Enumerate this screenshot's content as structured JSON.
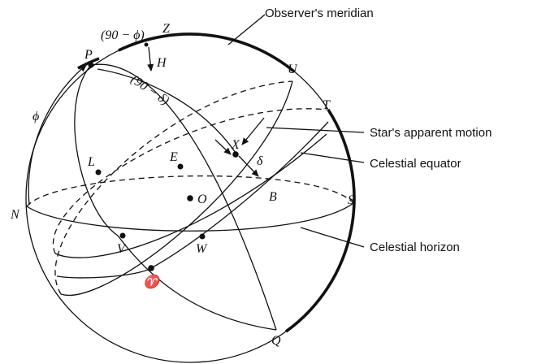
{
  "callouts": {
    "observers_meridian": "Observer's meridian",
    "stars_apparent_motion": "Star's apparent motion",
    "celestial_equator": "Celestial equator",
    "celestial_horizon": "Celestial horizon"
  },
  "points": {
    "Z": "Z",
    "P": "P",
    "H": "H",
    "U": "U",
    "T": "T",
    "X": "X",
    "E": "E",
    "L": "L",
    "O": "O",
    "B": "B",
    "S": "S",
    "N": "N",
    "V": "V",
    "W": "W",
    "aries": "♈",
    "Q": "Q"
  },
  "angles": {
    "ninety_minus_phi": "(90 − ϕ)",
    "ninety_minus_delta": "(90 − δ)",
    "phi": "ϕ",
    "delta": "δ"
  }
}
